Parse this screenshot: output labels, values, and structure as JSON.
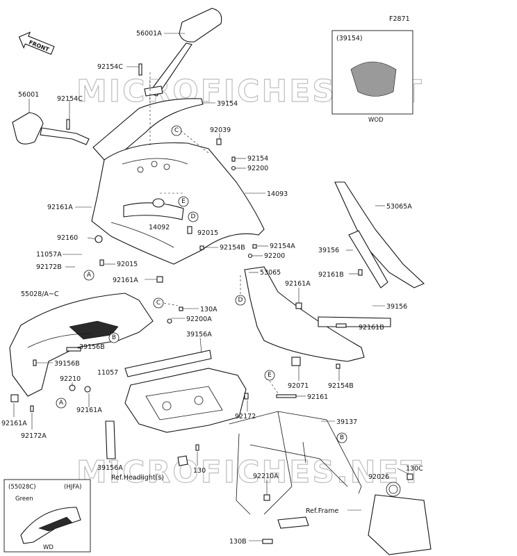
{
  "figure_id": "F2871",
  "watermark": "MICROFICHES.NET",
  "front_label": "FRONT",
  "inset_windshield": {
    "title": "(39154)",
    "caption": "WOD"
  },
  "inset_cowl": {
    "title": "(55028C)",
    "variant": "(HJFA)",
    "color": "Green",
    "caption": "WD"
  },
  "labels": {
    "p56001A": "56001A",
    "p92154C_a": "92154C",
    "p56001": "56001",
    "p92154C_b": "92154C",
    "p39154": "39154",
    "p92039": "92039",
    "p92154": "92154",
    "p92200": "92200",
    "p14093": "14093",
    "p92161A_a": "92161A",
    "p14092": "14092",
    "p92015_a": "92015",
    "p92160": "92160",
    "p11057A": "11057A",
    "p92154B_a": "92154B",
    "p92172B": "92172B",
    "p92015_b": "92015",
    "p92154A": "92154A",
    "p92200_b": "92200",
    "p92161A_b": "92161A",
    "p53065A": "53065A",
    "p39156_a": "39156",
    "p92161B_a": "92161B",
    "p53065": "53065",
    "p92161A_c": "92161A",
    "p39156_b": "39156",
    "p92161B_b": "92161B",
    "p55028": "55028/A~C",
    "p130A": "130A",
    "p92200A": "92200A",
    "p39156B_a": "39156B",
    "p39156A": "39156A",
    "p39156B_b": "39156B",
    "p11057": "11057",
    "p92210": "92210",
    "p92161A_d": "92161A",
    "p92161A_e": "92161A",
    "p92172A": "92172A",
    "p92172": "92172",
    "p92071": "92071",
    "p92154B_b": "92154B",
    "p92161": "92161",
    "p39137": "39137",
    "p39156A_b": "39156A",
    "p130": "130",
    "ref_headlight": "Ref.Headlight(s)",
    "p92210A": "92210A",
    "p130C": "130C",
    "p92026": "92026",
    "ref_frame": "Ref.Frame",
    "p130B": "130B"
  },
  "callouts": {
    "A": "A",
    "B": "B",
    "C": "C",
    "D": "D",
    "E": "E"
  }
}
